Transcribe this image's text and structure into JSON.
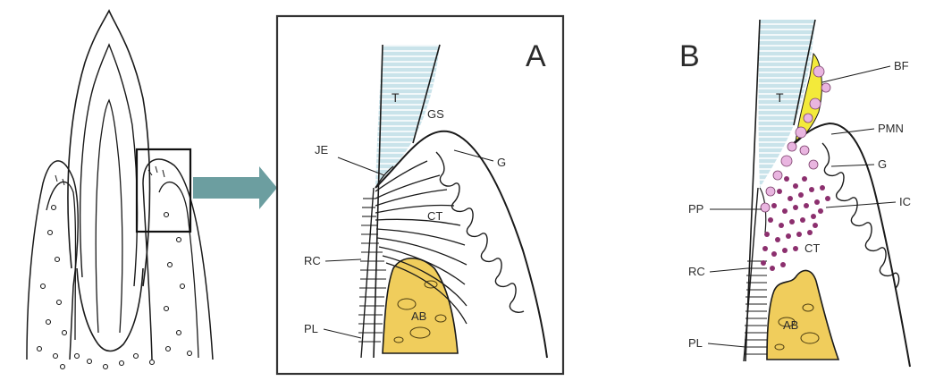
{
  "panels": {
    "a": {
      "letter": "A",
      "labels": {
        "tooth": "T",
        "sulcus": "GS",
        "junctional_epithelium": "JE",
        "gingiva": "G",
        "connective_tissue": "CT",
        "root_cementum": "RC",
        "bone": "AB",
        "ligament": "PL"
      }
    },
    "b": {
      "letter": "B",
      "labels": {
        "tooth": "T",
        "biofilm": "BF",
        "neutrophils": "PMN",
        "gingiva": "G",
        "infiltrate": "IC",
        "pocket": "PP",
        "connective_tissue": "CT",
        "root_cementum": "RC",
        "bone": "AB",
        "ligament": "PL"
      }
    }
  },
  "colors": {
    "tooth_fill": "#c9e3ea",
    "bone_fill": "#f0cd5c",
    "biofilm_fill": "#f3ea3a",
    "pmn_fill": "#e9b5e0",
    "infiltrate_fill": "#8c2f6e",
    "arrow_fill": "#6c9ea0"
  }
}
